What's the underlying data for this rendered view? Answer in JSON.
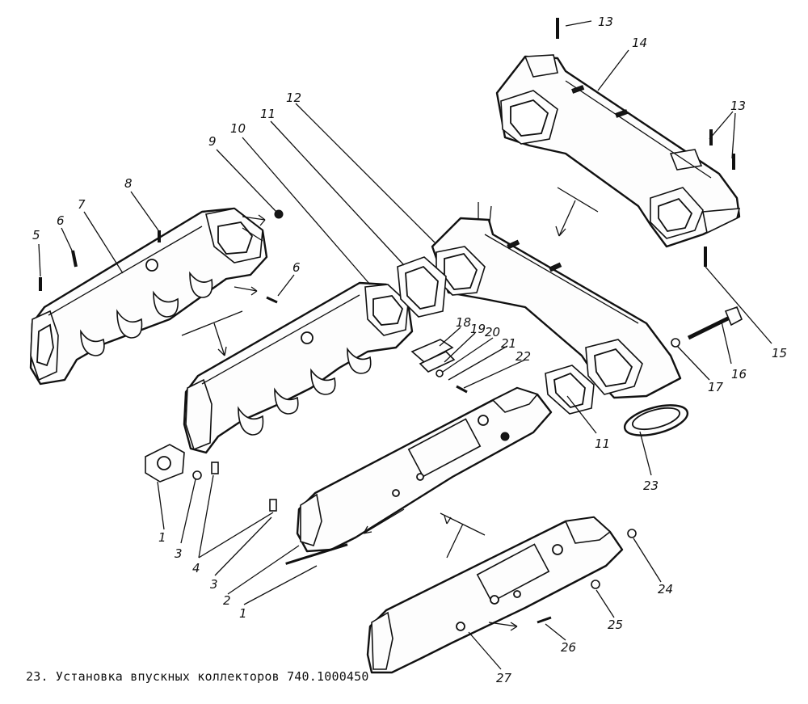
{
  "caption": "23. Установка впускных коллекторов 740.1000450",
  "callouts": [
    {
      "id": "c5a",
      "text": "5"
    },
    {
      "id": "c6a",
      "text": "6"
    },
    {
      "id": "c7",
      "text": "7"
    },
    {
      "id": "c8",
      "text": "8"
    },
    {
      "id": "c9",
      "text": "9"
    },
    {
      "id": "c10",
      "text": "10"
    },
    {
      "id": "c11a",
      "text": "11"
    },
    {
      "id": "c12",
      "text": "12"
    },
    {
      "id": "c13a",
      "text": "13"
    },
    {
      "id": "c14",
      "text": "14"
    },
    {
      "id": "c13b",
      "text": "13"
    },
    {
      "id": "c6b",
      "text": "6"
    },
    {
      "id": "c18",
      "text": "18"
    },
    {
      "id": "c19",
      "text": "19"
    },
    {
      "id": "c20",
      "text": "20"
    },
    {
      "id": "c21",
      "text": "21"
    },
    {
      "id": "c22",
      "text": "22"
    },
    {
      "id": "c15",
      "text": "15"
    },
    {
      "id": "c16",
      "text": "16"
    },
    {
      "id": "c17",
      "text": "17"
    },
    {
      "id": "c11b",
      "text": "11"
    },
    {
      "id": "c23",
      "text": "23"
    },
    {
      "id": "c1a",
      "text": "1"
    },
    {
      "id": "c3a",
      "text": "3"
    },
    {
      "id": "c4",
      "text": "4"
    },
    {
      "id": "c3b",
      "text": "3"
    },
    {
      "id": "c2",
      "text": "2"
    },
    {
      "id": "c1b",
      "text": "1"
    },
    {
      "id": "c24",
      "text": "24"
    },
    {
      "id": "c25",
      "text": "25"
    },
    {
      "id": "c26",
      "text": "26"
    },
    {
      "id": "c27",
      "text": "27"
    }
  ]
}
